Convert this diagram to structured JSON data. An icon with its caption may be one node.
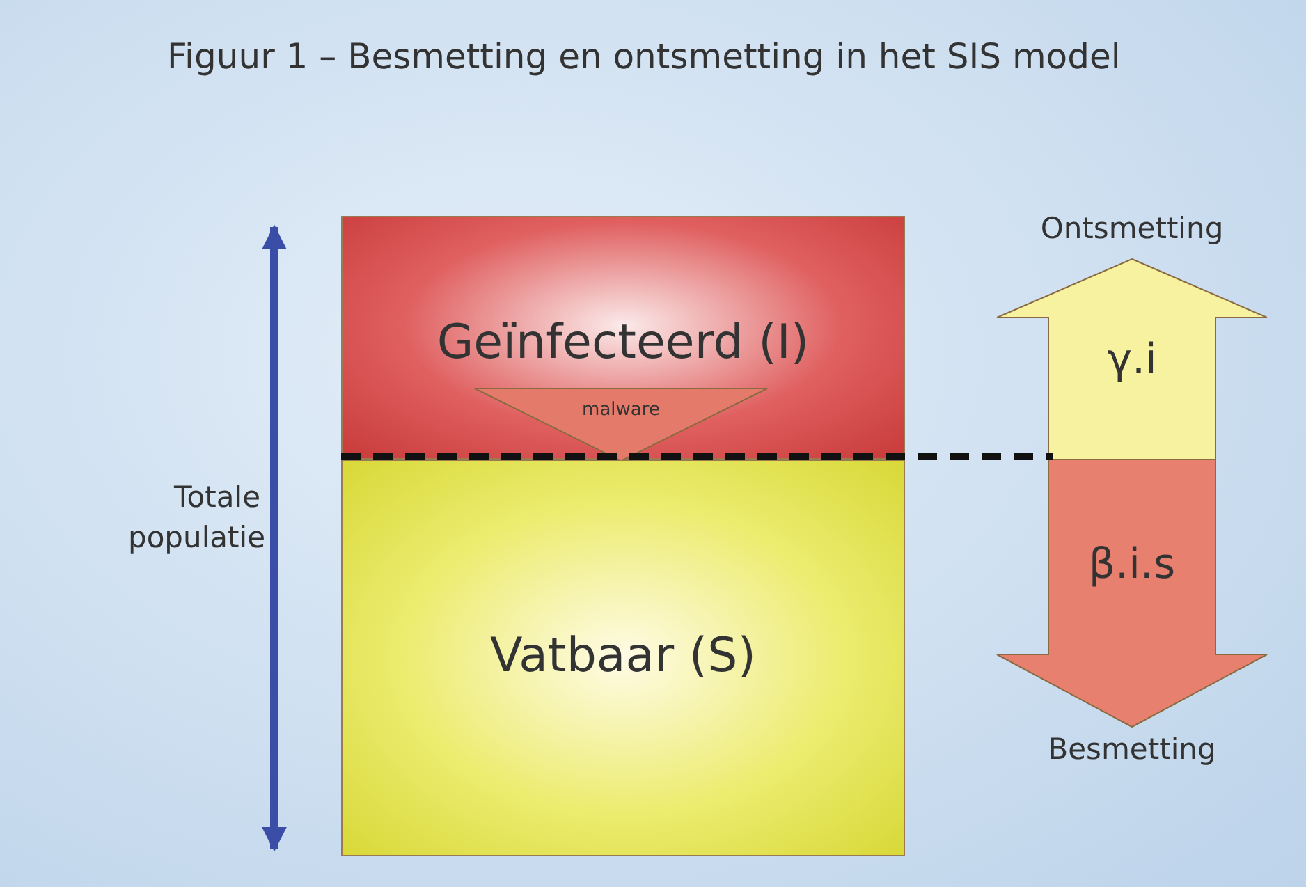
{
  "diagram": {
    "title": "Figuur 1 – Besmetting en ontsmetting in het SIS model",
    "nodes": [
      {
        "text": [
          "Geïnfecteerd (I)"
        ]
      },
      {
        "text": [
          "malware"
        ],
        "in": 0
      },
      {
        "text": [
          "Vatbaar (S)"
        ]
      },
      {
        "text": [
          "γ.i"
        ],
        "beside": [
          "Ontsmetting"
        ]
      },
      {
        "text": [
          "β.i.s"
        ],
        "beside": [
          "Besmetting"
        ]
      }
    ],
    "labels": [
      "Totale populatie"
    ]
  }
}
